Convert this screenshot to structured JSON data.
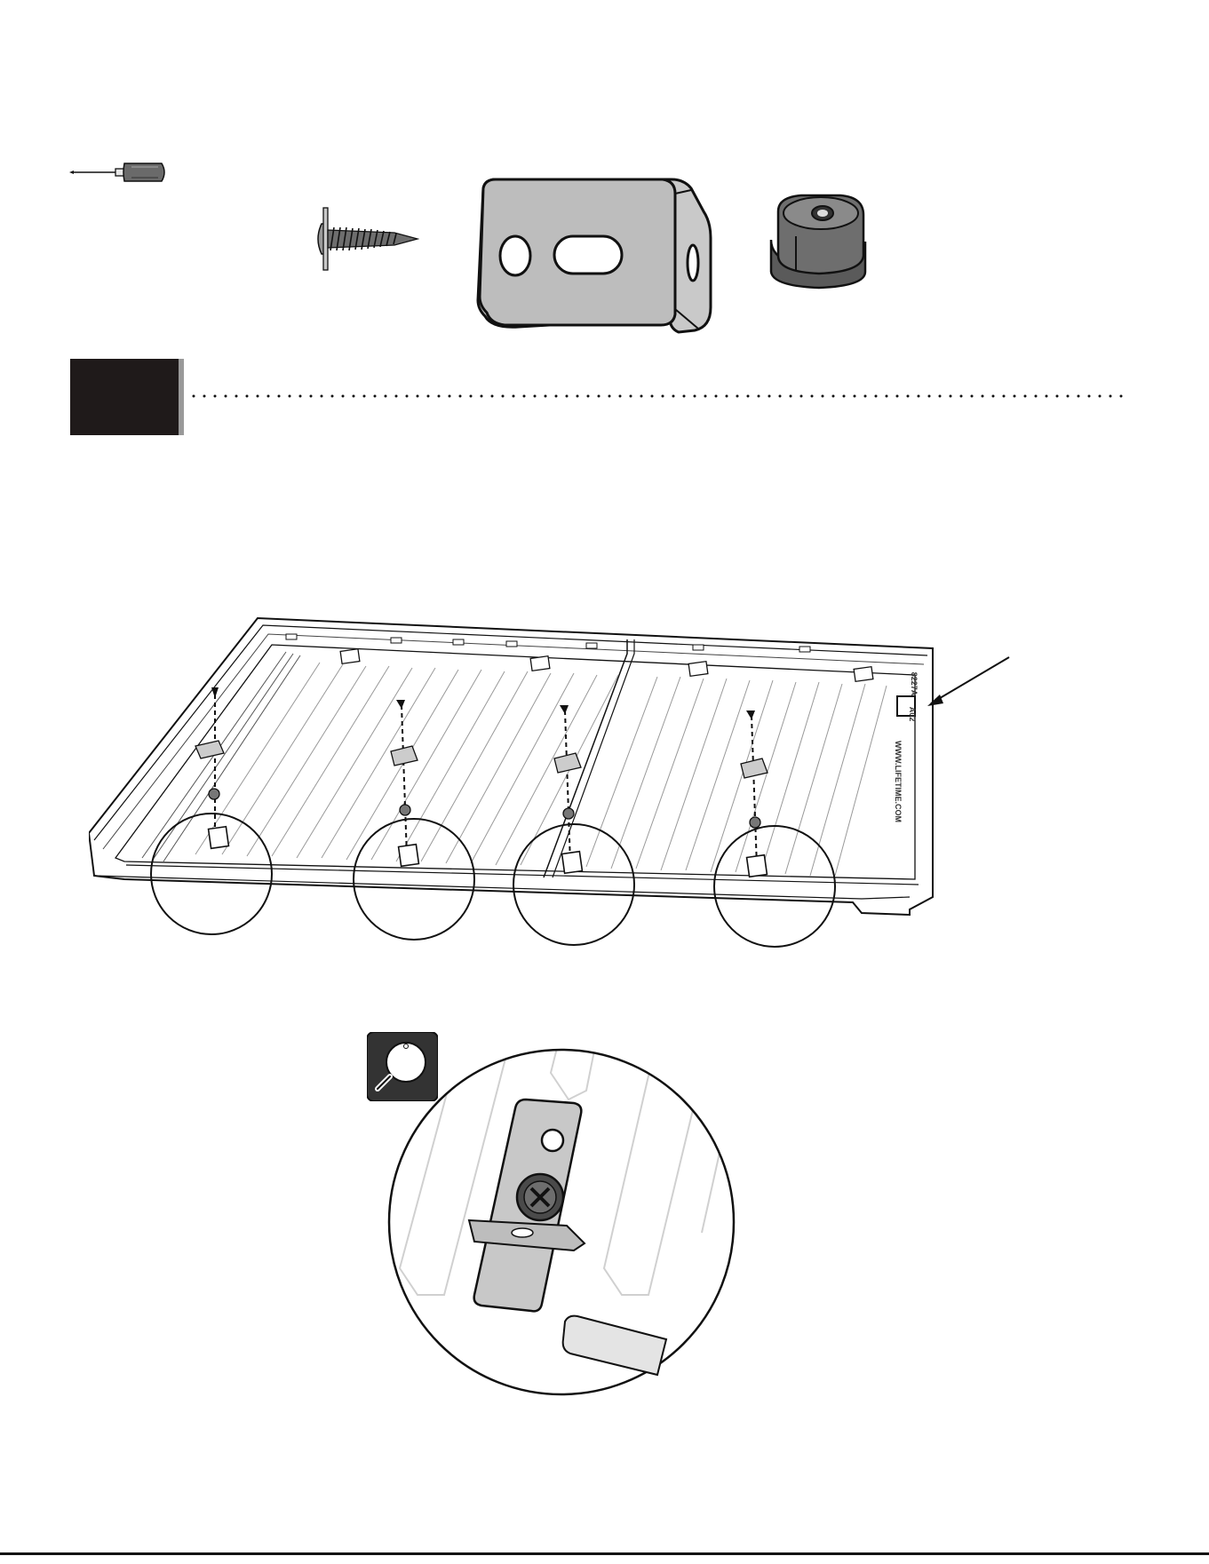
{
  "step": {
    "number": "",
    "badge_color": "#1f1a1a",
    "badge_shadow_color": "#9a9a9a"
  },
  "hardware": [
    {
      "icon": "screwdriver-icon"
    },
    {
      "icon": "screw-icon"
    },
    {
      "icon": "angle-bracket-icon"
    },
    {
      "icon": "nut-icon"
    }
  ],
  "panel": {
    "label_box": "A02",
    "part_code": "8227A",
    "imprint": "WWW.LIFETIME.COM",
    "attachment_points": 4
  },
  "detail": {
    "icon": "magnifier-icon"
  },
  "colors": {
    "ink": "#111111",
    "part_gray": "#b8b8b8",
    "nut_gray": "#6e6e6e",
    "ghost_line": "#d0d0d0"
  }
}
